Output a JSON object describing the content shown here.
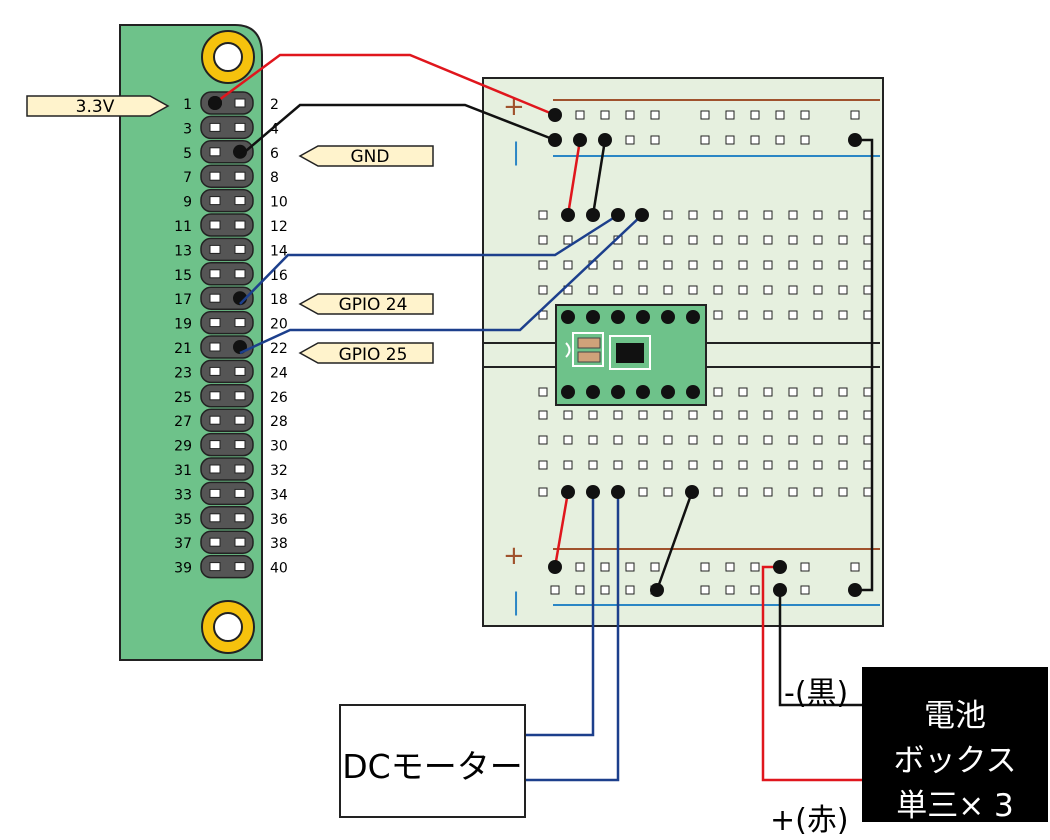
{
  "gpio_header": {
    "left_pins": [
      "1",
      "3",
      "5",
      "7",
      "9",
      "11",
      "13",
      "15",
      "17",
      "19",
      "21",
      "23",
      "25",
      "27",
      "29",
      "31",
      "33",
      "35",
      "37",
      "39"
    ],
    "right_pins": [
      "2",
      "4",
      "6",
      "8",
      "10",
      "12",
      "14",
      "16",
      "18",
      "20",
      "22",
      "24",
      "26",
      "28",
      "30",
      "32",
      "34",
      "36",
      "38",
      "40"
    ]
  },
  "callouts": {
    "power_3v3": "3.3V",
    "ground": "GND",
    "gpio24": "GPIO 24",
    "gpio25": "GPIO 25"
  },
  "breadboard": {
    "plus_symbol": "+",
    "minus_symbol": "|"
  },
  "motor": {
    "label": "DCモーター"
  },
  "battery_box": {
    "line1": "電池",
    "line2": "ボックス",
    "line3": "単三× 3",
    "negative_lead": "-(黒)",
    "positive_lead": "+(赤)"
  },
  "colors": {
    "pi_board": "#6ec28a",
    "breadboard": "#e6f0df",
    "module": "#6ec28a",
    "wire_red": "#e0161d",
    "wire_black": "#111111",
    "wire_blue": "#1c3f8c",
    "callout_fill": "#fff3cc",
    "rail_red": "#a0522d",
    "rail_blue": "#2b86c5",
    "mounting_hole": "#f6c20d"
  }
}
